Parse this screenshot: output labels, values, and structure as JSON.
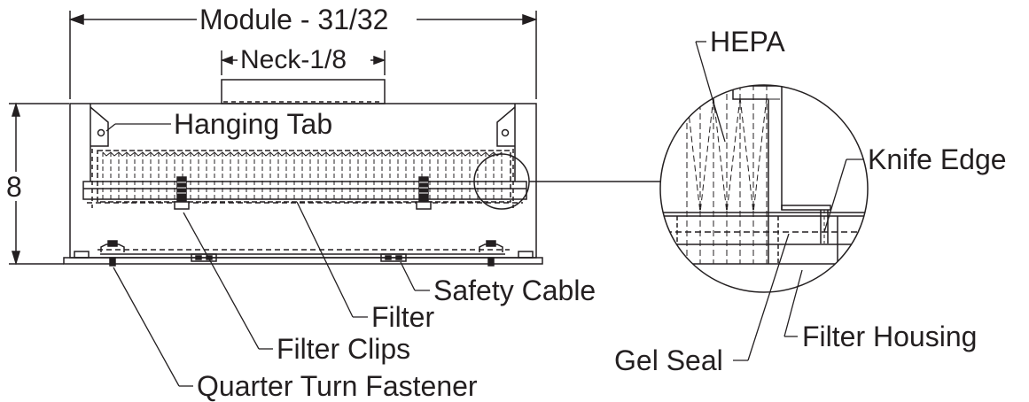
{
  "labels": {
    "module": "Module - 31/32",
    "neck": "Neck-1/8",
    "height": "8",
    "hanging_tab": "Hanging Tab",
    "hepa": "HEPA",
    "knife_edge": "Knife Edge",
    "safety_cable": "Safety Cable",
    "filter": "Filter",
    "filter_clips": "Filter Clips",
    "quarter_turn_fastener": "Quarter Turn Fastener",
    "gel_seal": "Gel Seal",
    "filter_housing": "Filter Housing"
  },
  "colors": {
    "line": "#231f20",
    "background": "#ffffff"
  }
}
